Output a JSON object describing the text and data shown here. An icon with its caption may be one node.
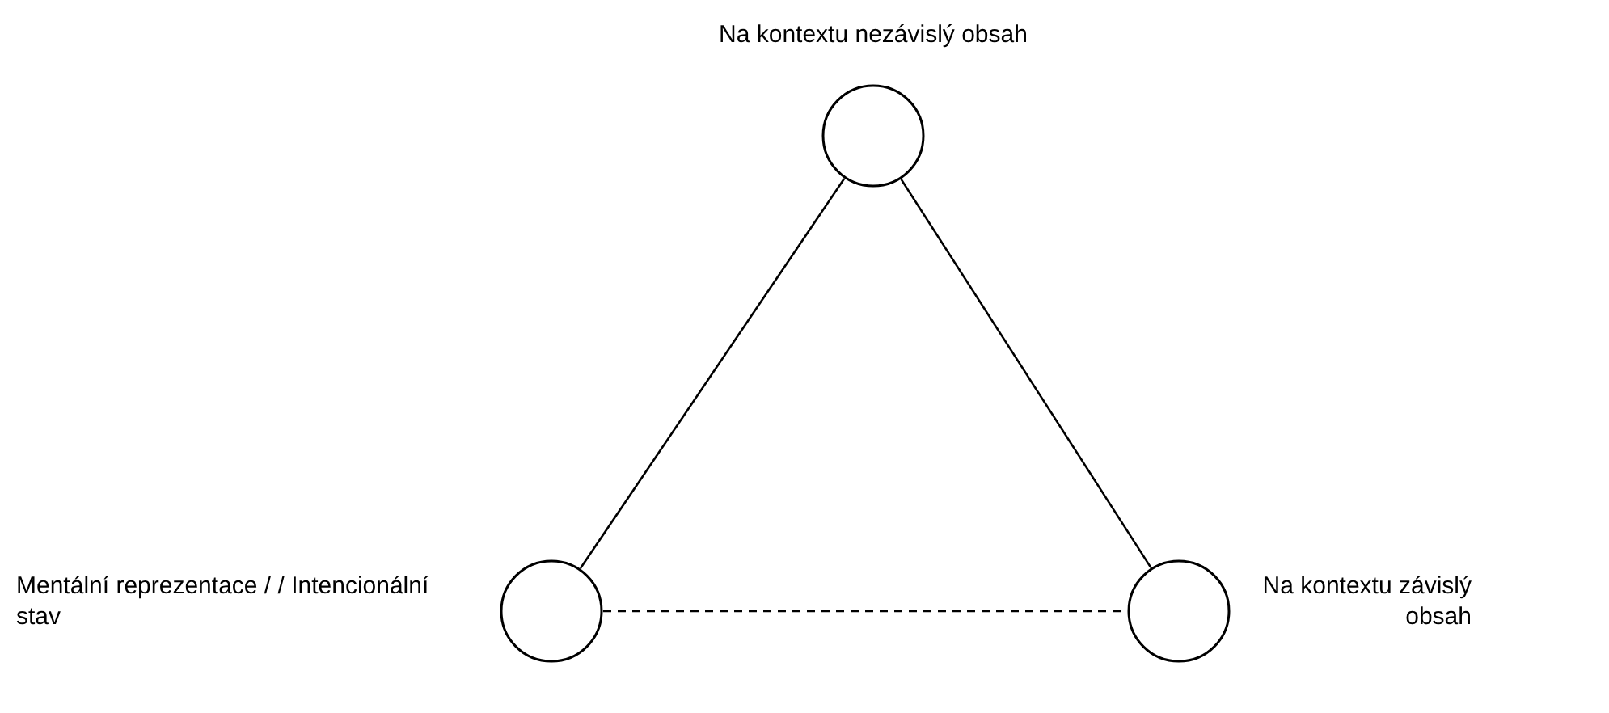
{
  "diagram": {
    "nodes": [
      {
        "text": [],
        "shape": "circle",
        "beside": [
          "Na kontextu nezávislý obsah"
        ]
      },
      {
        "text": [],
        "shape": "circle",
        "beside": [
          "Mentální reprezentace / / Intencionální stav"
        ]
      },
      {
        "text": [],
        "shape": "circle",
        "beside": [
          "Na kontextu závislý obsah"
        ]
      }
    ],
    "edges": [
      {
        "from": 0,
        "to": 1,
        "arrow": "none"
      },
      {
        "from": 0,
        "to": 2,
        "arrow": "none"
      },
      {
        "from": 1,
        "to": 2,
        "arrow": "none",
        "style": "dashed"
      }
    ]
  }
}
